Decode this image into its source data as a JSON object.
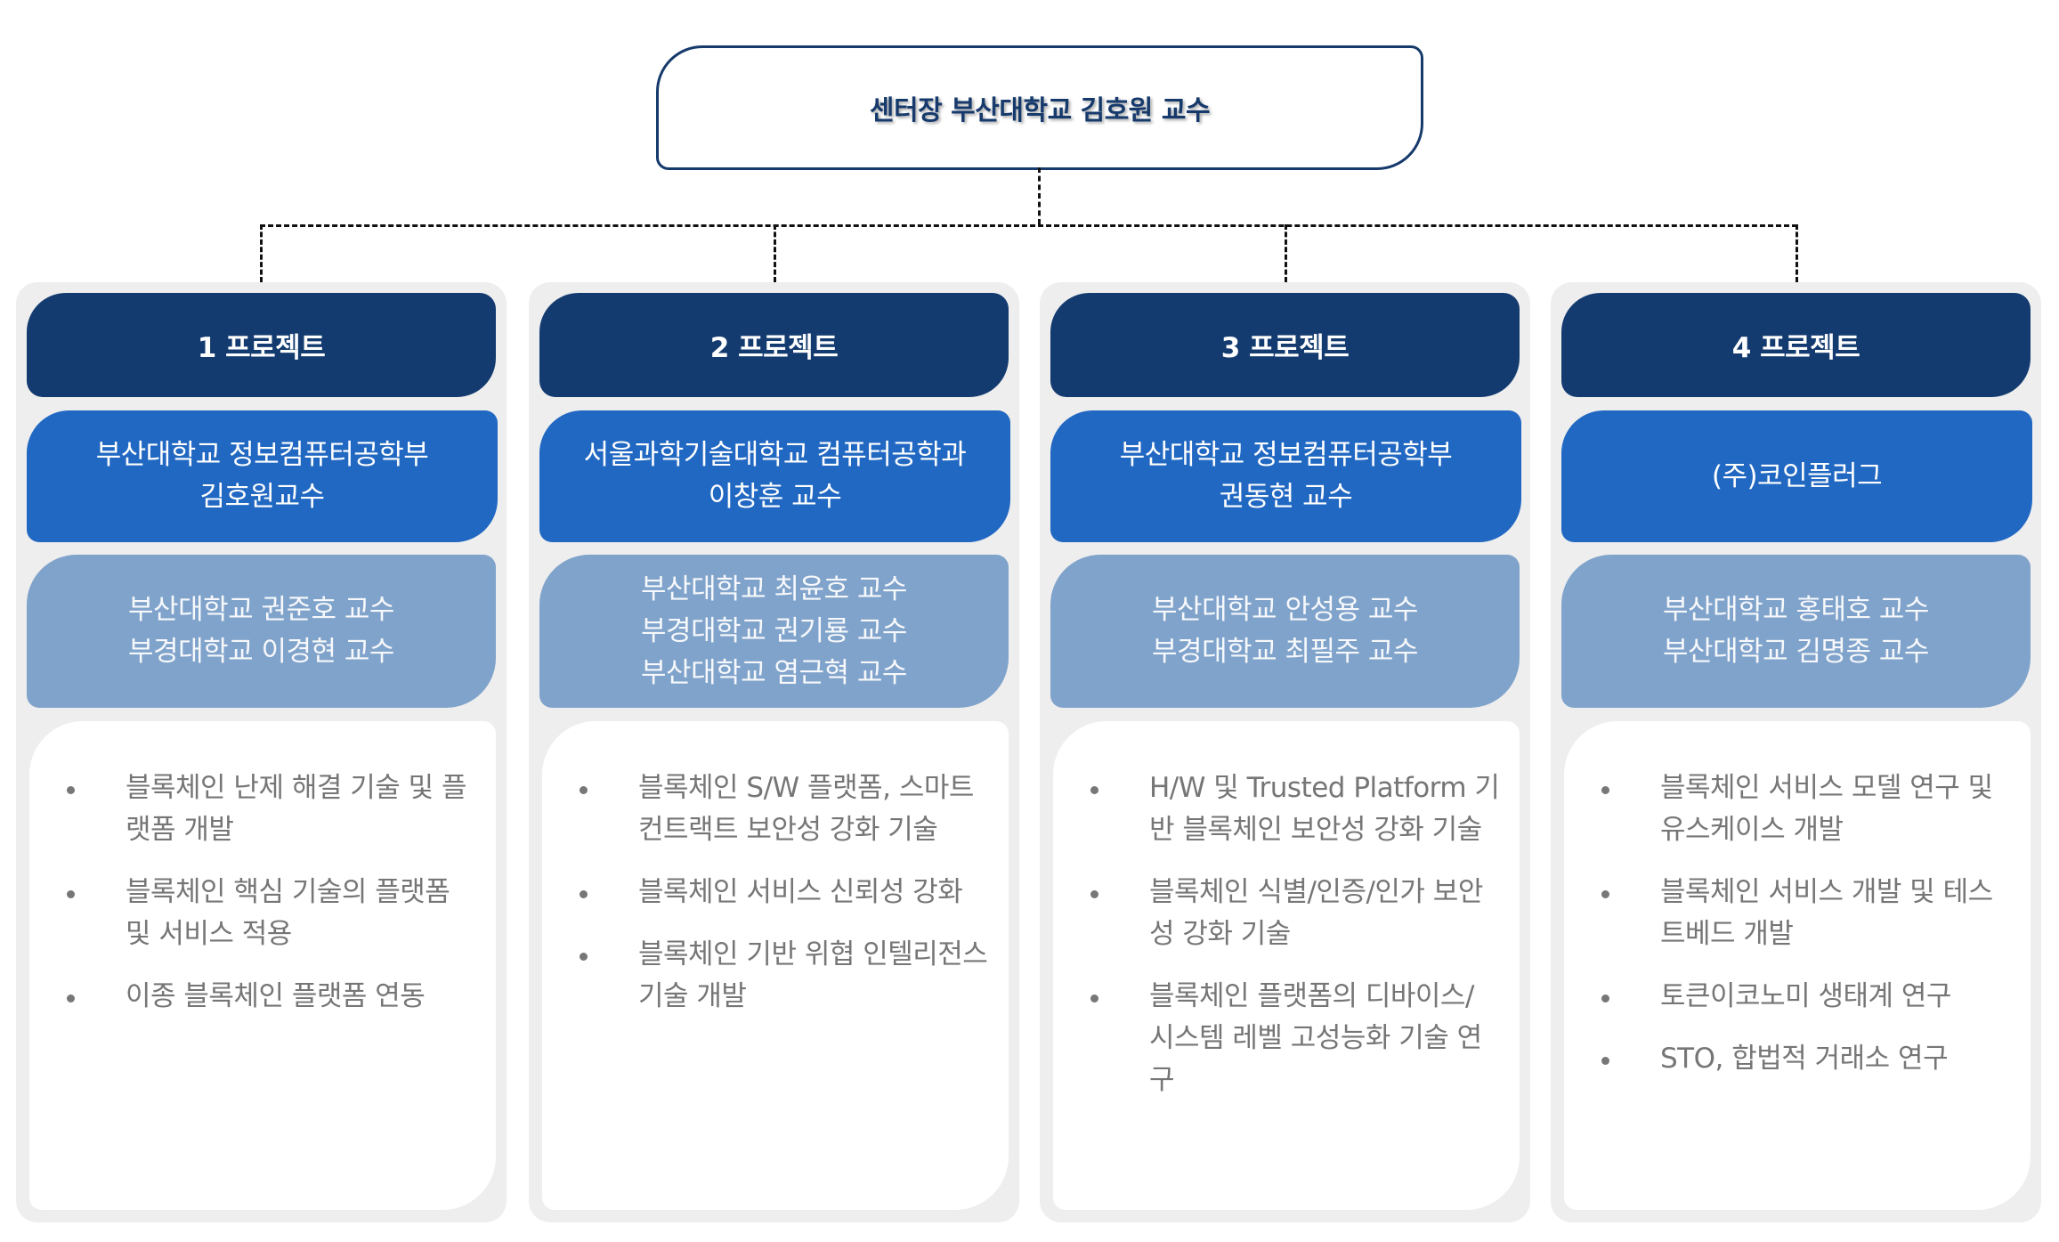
{
  "director": {
    "label": "센터장 부산대학교 김호원 교수"
  },
  "colors": {
    "project_header": "#133b70",
    "lead_institution": "#2168c2",
    "co_researchers": "#80a3cb",
    "column_background": "#eeeeee",
    "item_text": "#767676",
    "director_border": "#163a6c"
  },
  "projects": [
    {
      "title": "1 프로젝트",
      "lead": [
        "부산대학교 정보컴퓨터공학부",
        "김호원교수"
      ],
      "members": [
        "부산대학교 권준호 교수",
        "부경대학교 이경현 교수"
      ],
      "items": [
        "블록체인 난제 해결 기술 및 플랫폼 개발",
        "블록체인 핵심 기술의 플랫폼 및 서비스 적용",
        "이종 블록체인 플랫폼 연동"
      ]
    },
    {
      "title": "2 프로젝트",
      "lead": [
        "서울과학기술대학교 컴퓨터공학과",
        "이창훈 교수"
      ],
      "members": [
        "부산대학교 최윤호 교수",
        "부경대학교 권기룡 교수",
        "부산대학교 염근혁 교수"
      ],
      "items": [
        "블록체인 S/W 플랫폼, 스마트 컨트랙트 보안성 강화 기술",
        "블록체인 서비스 신뢰성 강화",
        "블록체인 기반 위협 인텔리전스 기술 개발"
      ]
    },
    {
      "title": "3 프로젝트",
      "lead": [
        "부산대학교 정보컴퓨터공학부",
        "권동현 교수"
      ],
      "members": [
        "부산대학교 안성용 교수",
        "부경대학교 최필주 교수"
      ],
      "items": [
        "H/W 및 Trusted Platform 기반 블록체인 보안성 강화 기술",
        "블록체인 식별/인증/인가 보안성 강화 기술",
        "블록체인 플랫폼의 디바이스/ 시스템 레벨 고성능화 기술 연구"
      ]
    },
    {
      "title": "4 프로젝트",
      "lead": [
        "(주)코인플러그"
      ],
      "members": [
        "부산대학교 홍태호 교수",
        "부산대학교 김명종 교수"
      ],
      "items": [
        "블록체인 서비스 모델 연구 및 유스케이스 개발",
        "블록체인 서비스 개발 및 테스트베드 개발",
        "토큰이코노미 생태계 연구",
        "STO, 합법적 거래소 연구"
      ]
    }
  ]
}
